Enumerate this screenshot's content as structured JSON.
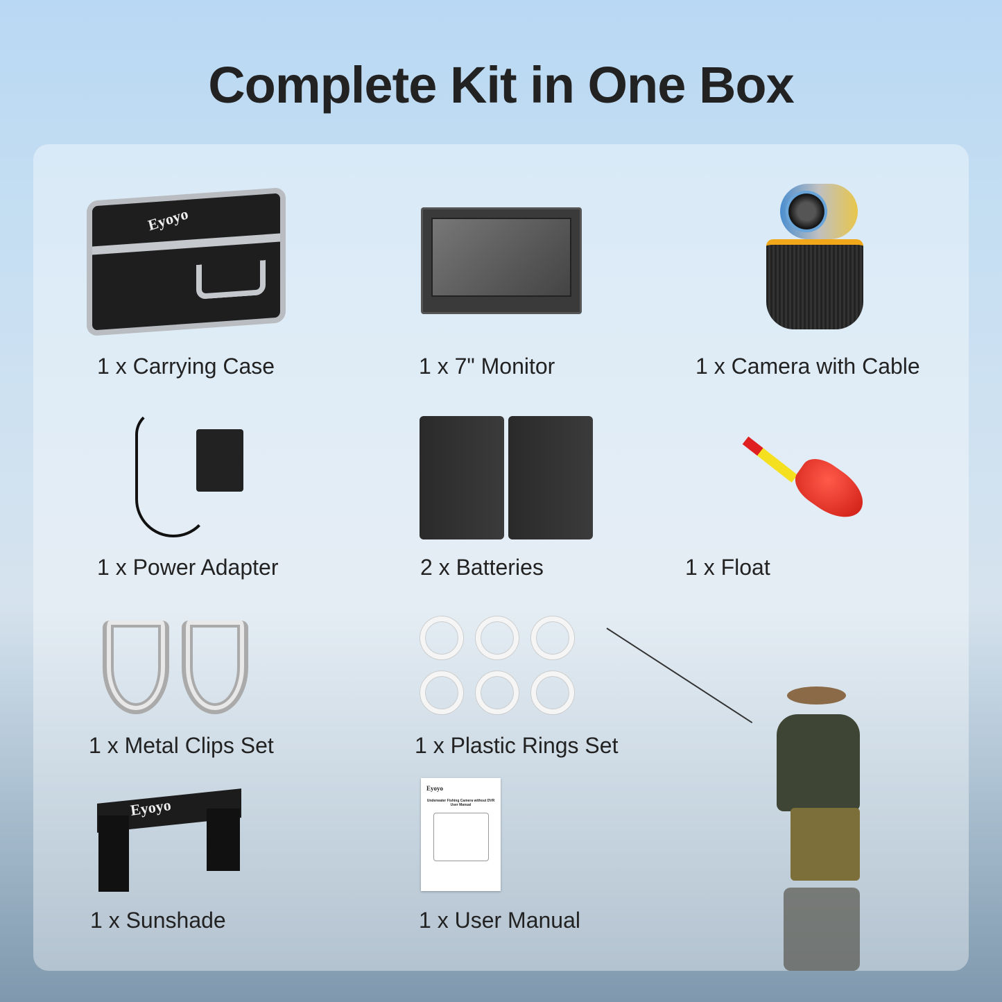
{
  "title": "Complete Kit in One Box",
  "items": [
    {
      "label": "1 x Carrying Case",
      "icon": "carrying-case-image",
      "logo_text": "Eyoyo"
    },
    {
      "label": "1 x 7\" Monitor",
      "icon": "monitor-image"
    },
    {
      "label": "1 x Camera with Cable",
      "icon": "camera-cable-image"
    },
    {
      "label": "1 x Power Adapter",
      "icon": "power-adapter-image"
    },
    {
      "label": "2 x Batteries",
      "icon": "batteries-image"
    },
    {
      "label": "1 x Float",
      "icon": "float-image"
    },
    {
      "label": "1 x Metal Clips Set",
      "icon": "metal-clips-image"
    },
    {
      "label": "1 x Plastic Rings Set",
      "icon": "plastic-rings-image"
    },
    {
      "label": "1 x Sunshade",
      "icon": "sunshade-image",
      "logo_text": "Eyoyo"
    },
    {
      "label": "1 x User Manual",
      "icon": "user-manual-image"
    }
  ],
  "manual": {
    "brand": "Eyoyo",
    "title": "Underwater Fishing Camera without DVR User Manual"
  }
}
